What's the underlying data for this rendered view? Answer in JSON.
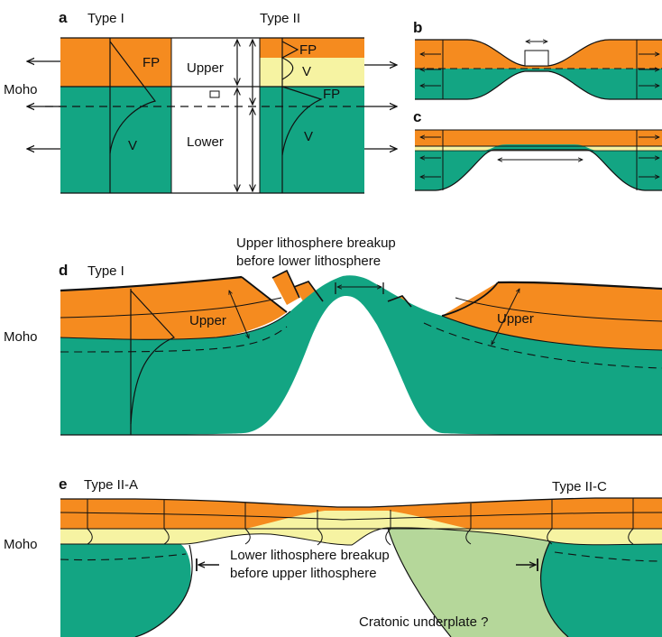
{
  "colors": {
    "orange": "#f58b1f",
    "yellow": "#f6f3a2",
    "teal": "#13a583",
    "light_green": "#b5d79a",
    "line": "#111111"
  },
  "panel_a": {
    "letter": "a",
    "type_i": "Type I",
    "type_ii": "Type II",
    "fp_left": "FP",
    "v_left": "V",
    "upper": "Upper",
    "lower": "Lower",
    "fp_right_top": "FP",
    "v_right_top": "V",
    "fp_right_mid": "FP",
    "v_right_low": "V",
    "moho": "Moho"
  },
  "panel_b": {
    "letter": "b"
  },
  "panel_c": {
    "letter": "c"
  },
  "panel_d": {
    "letter": "d",
    "type": "Type I",
    "caption_line1": "Upper lithosphere breakup",
    "caption_line2": "before lower lithosphere",
    "upper_left": "Upper",
    "upper_right": "Upper",
    "moho": "Moho"
  },
  "panel_e": {
    "letter": "e",
    "type_left": "Type II-A",
    "type_right": "Type II-C",
    "caption_line1": "Lower lithosphere breakup",
    "caption_line2": "before upper lithosphere",
    "underplate": "Cratonic underplate ?",
    "moho": "Moho"
  }
}
